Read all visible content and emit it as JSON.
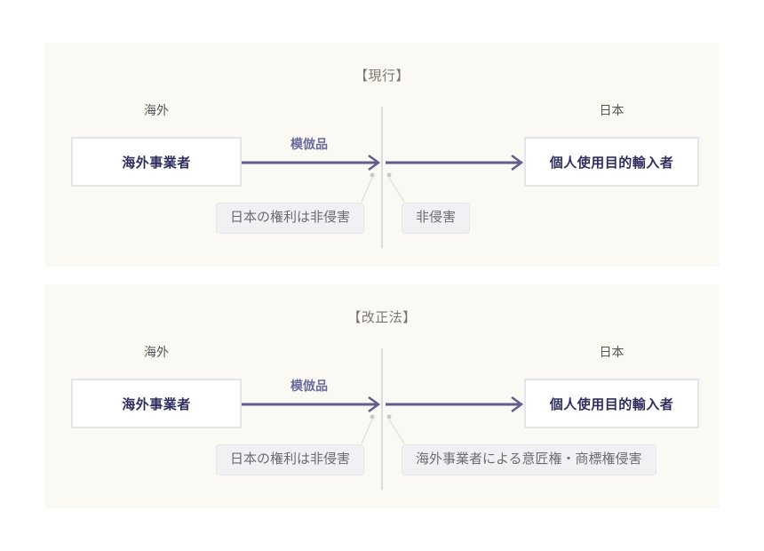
{
  "colors": {
    "panel_bg": "#faf9f3",
    "title_text": "#7d7770",
    "region_text": "#55555c",
    "box_border": "#e5e4e8",
    "box_text": "#2e2e5c",
    "arrow": "#5f5f8b",
    "arrow_label_text": "#6a6a9c",
    "divider": "#dcdcda",
    "dot": "#c9c9cd",
    "connector": "#e2e2e5",
    "callout_bg": "#f1f1f4",
    "callout_border": "#e6e6ea",
    "callout_text": "#6b6b73"
  },
  "panels": [
    {
      "title": "【現行】",
      "left_region_label": "海外",
      "right_region_label": "日本",
      "left_box": "海外事業者",
      "right_box": "個人使用目的輸入者",
      "arrow_label": "模倣品",
      "left_callout": "日本の権利は非侵害",
      "right_callout": "非侵害"
    },
    {
      "title": "【改正法】",
      "left_region_label": "海外",
      "right_region_label": "日本",
      "left_box": "海外事業者",
      "right_box": "個人使用目的輸入者",
      "arrow_label": "模倣品",
      "left_callout": "日本の権利は非侵害",
      "right_callout": "海外事業者による意匠権・商標権侵害"
    }
  ]
}
